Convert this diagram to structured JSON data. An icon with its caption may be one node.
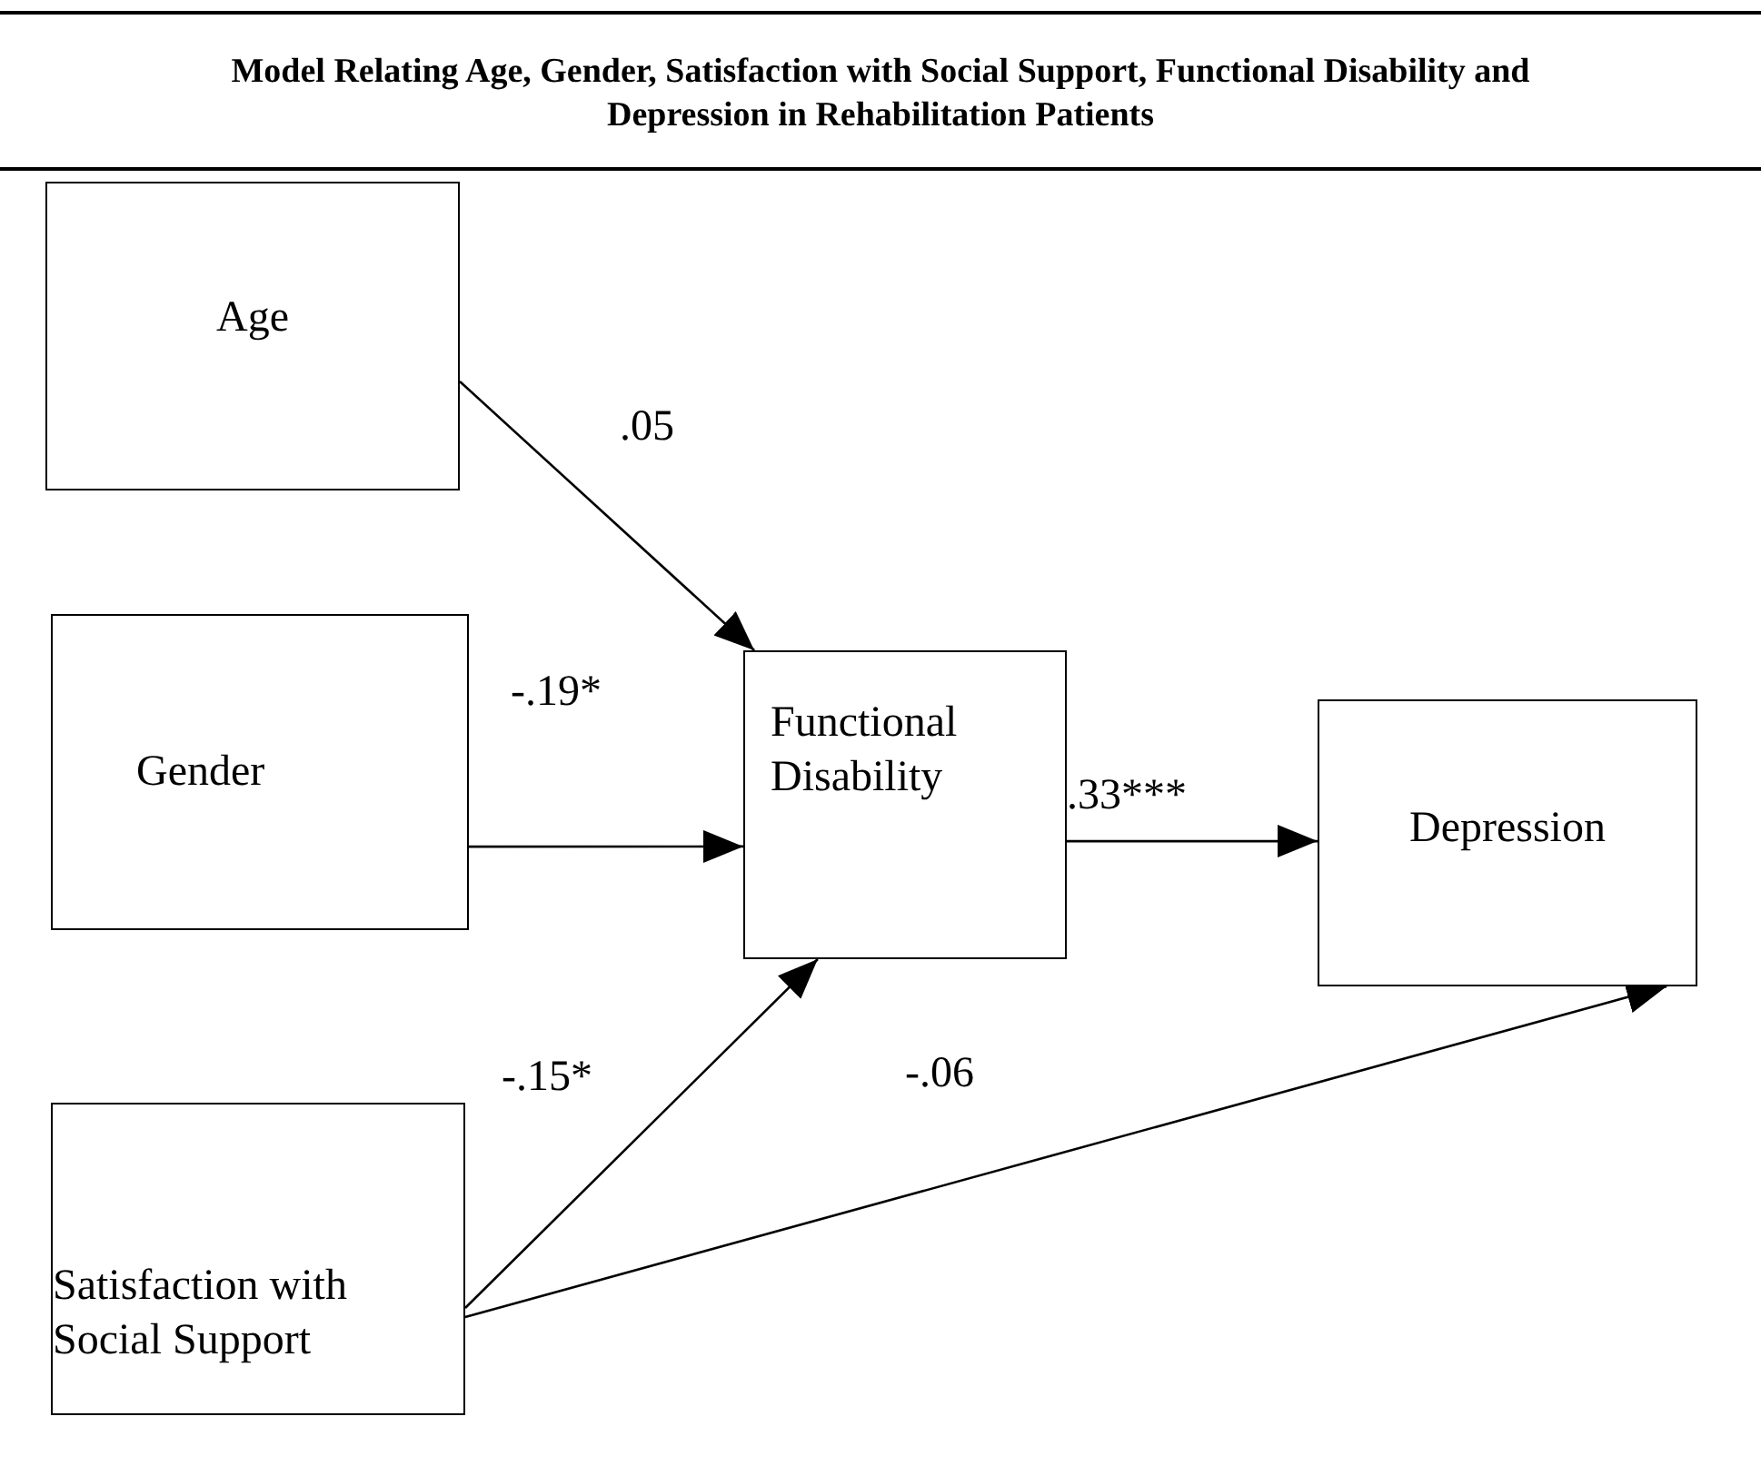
{
  "diagram": {
    "title": "Model Relating Age, Gender, Satisfaction with Social Support, Functional Disability and Depression in Rehabilitation Patients",
    "nodes": [
      {
        "text": [
          "Age"
        ]
      },
      {
        "text": [
          "Gender"
        ]
      },
      {
        "text": [
          "Functional Disability"
        ]
      },
      {
        "text": [
          "Depression"
        ]
      },
      {
        "text": [
          "Satisfaction with Social Support"
        ]
      }
    ],
    "edges": [
      {
        "from": 0,
        "to": 2,
        "arrow": "to",
        "label": ".05"
      },
      {
        "from": 1,
        "to": 2,
        "arrow": "to",
        "label": "-.19*"
      },
      {
        "from": 2,
        "to": 3,
        "arrow": "to",
        "label": ".33***"
      },
      {
        "from": 4,
        "to": 2,
        "arrow": "to",
        "label": "-.15*"
      },
      {
        "from": 4,
        "to": 3,
        "arrow": "to",
        "label": "-.06"
      }
    ]
  }
}
